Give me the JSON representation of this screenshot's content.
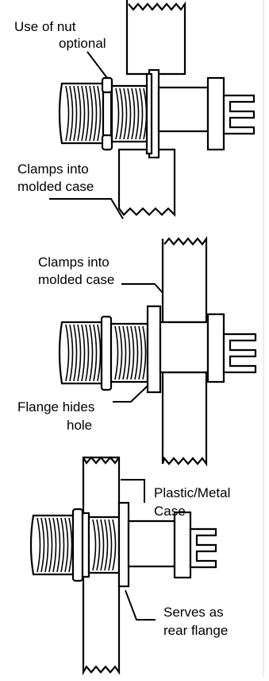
{
  "figure": {
    "panels": [
      {
        "id": "nut-mount",
        "callouts": [
          {
            "lines": [
              "Use of nut",
              "optional"
            ]
          },
          {
            "lines": [
              "Clamps into",
              "molded case"
            ]
          }
        ]
      },
      {
        "id": "clamp-mount",
        "callouts": [
          {
            "lines": [
              "Clamps into",
              "molded case"
            ]
          },
          {
            "lines": [
              "Flange hides",
              "hole"
            ]
          }
        ]
      },
      {
        "id": "case-mount",
        "callouts": [
          {
            "lines": [
              "Plastic/Metal",
              "Case"
            ]
          },
          {
            "lines": [
              "Serves as",
              "rear flange"
            ]
          }
        ]
      }
    ]
  },
  "colors": {
    "ink": "#000000",
    "paper": "#ffffff",
    "rule": "#dddddd"
  }
}
